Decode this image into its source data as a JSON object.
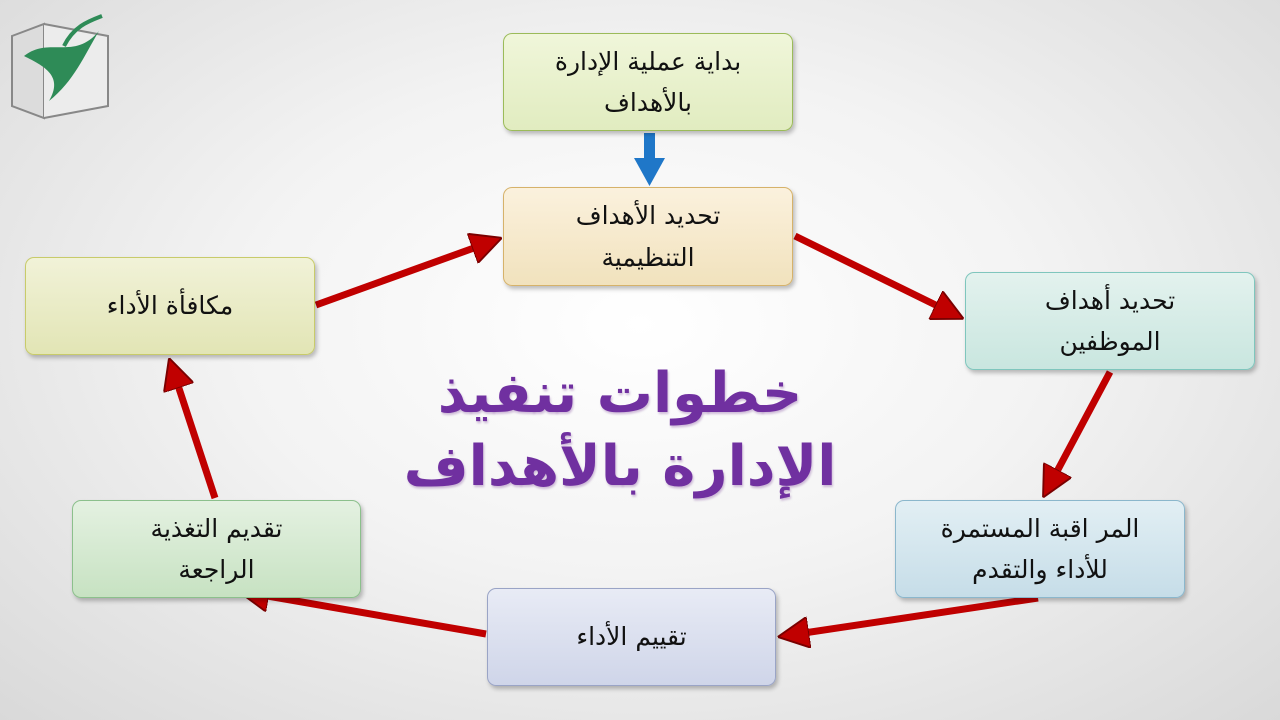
{
  "nodes": {
    "start": "بداية عملية الإدارة\nبالأهداف",
    "org_goals": "تحديد الأهداف\nالتنظيمية",
    "employee_goals": "تحديد أهداف\nالموظفين",
    "monitoring": "المر اقبة المستمرة\nللأداء والتقدم",
    "evaluation": "تقييم الأداء",
    "feedback": "تقديم التغذية\nالراجعة",
    "reward": "مكافأة الأداء"
  },
  "title": "خطوات تنفيذ\nالإدارة بالأهداف",
  "colors": {
    "title": "#7030a0",
    "cycle_arrow": "#c00000",
    "start_arrow": "#1f77c8"
  },
  "logo": "dove-logo-icon"
}
